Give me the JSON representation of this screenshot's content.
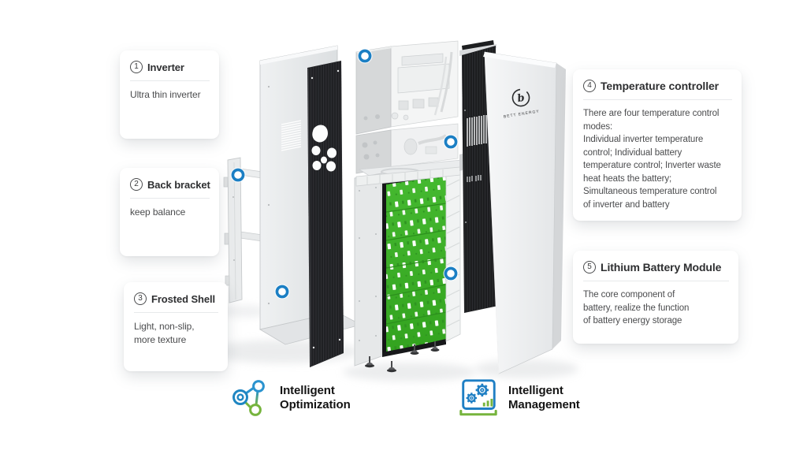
{
  "cards": [
    {
      "number": "1",
      "title": "Inverter",
      "body": "Ultra thin inverter"
    },
    {
      "number": "2",
      "title": "Back bracket",
      "body": "keep balance"
    },
    {
      "number": "3",
      "title": "Frosted Shell",
      "body": "Light, non-slip,\nmore texture"
    },
    {
      "number": "4",
      "title": "Temperature controller",
      "body": "There are four temperature control\nmodes:\nIndividual inverter temperature\ncontrol; Individual battery\ntemperature control; Inverter waste\nheat heats the battery;\nSimultaneous temperature control\nof inverter and battery"
    },
    {
      "number": "5",
      "title": "Lithium Battery Module",
      "body": "The core component of\nbattery, realize the function\nof battery energy storage"
    }
  ],
  "features": [
    {
      "icon": "network-nodes-icon",
      "line1": "Intelligent",
      "line2": "Optimization"
    },
    {
      "icon": "monitor-gears-icon",
      "line1": "Intelligent",
      "line2": "Management"
    }
  ],
  "device": {
    "brand_letter": "b",
    "brand_name": "BETT ENERGY"
  },
  "colors": {
    "accent_blue": "#1b7fc4",
    "accent_green": "#76b43d",
    "pcb_green": "#3cb02a",
    "panel_black": "#1c1d1f"
  }
}
